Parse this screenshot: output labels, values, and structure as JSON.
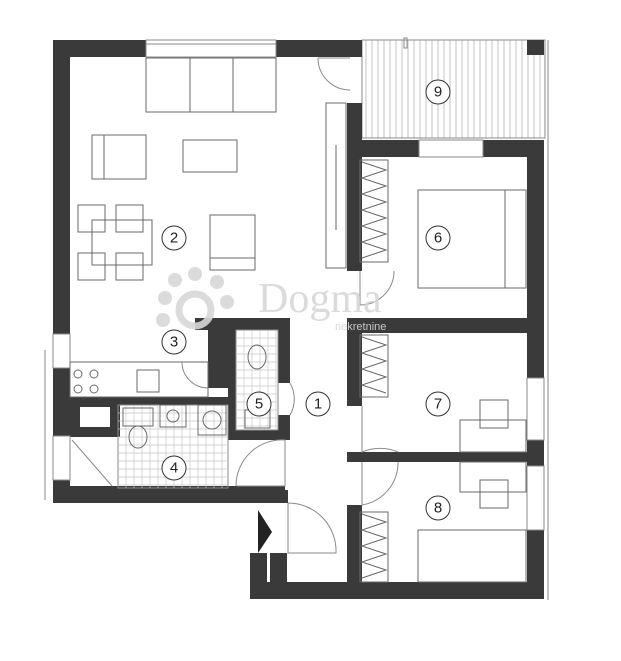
{
  "rooms": [
    {
      "id": "1",
      "label": "1"
    },
    {
      "id": "2",
      "label": "2"
    },
    {
      "id": "3",
      "label": "3"
    },
    {
      "id": "4",
      "label": "4"
    },
    {
      "id": "5",
      "label": "5"
    },
    {
      "id": "6",
      "label": "6"
    },
    {
      "id": "7",
      "label": "7"
    },
    {
      "id": "8",
      "label": "8"
    },
    {
      "id": "9",
      "label": "9"
    }
  ],
  "watermark": {
    "name": "Dogma",
    "subtitle": "nekretnine"
  },
  "colors": {
    "wall": "#3a3a3a",
    "line": "#8a8a8a",
    "watermark": "#d8d8d8"
  },
  "icons": [
    "entrance-arrow-icon",
    "door-swing-icon",
    "stove-icon",
    "toilet-icon",
    "sink-icon",
    "washing-machine-icon",
    "bed-icon",
    "wardrobe-icon",
    "sofa-icon",
    "desk-icon",
    "chair-icon"
  ]
}
